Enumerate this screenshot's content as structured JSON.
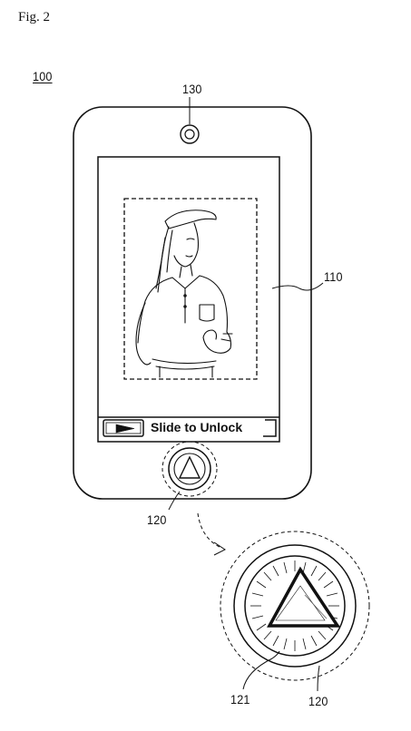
{
  "figure": {
    "title": "Fig. 2"
  },
  "labels": {
    "device": "100",
    "camera": "130",
    "display": "110",
    "home_button": "120",
    "button_surface": "121",
    "button_ring": "120"
  },
  "lock_bar": {
    "text": "Slide to Unlock"
  },
  "icons": {
    "play": "play-arrow-icon",
    "triangle": "triangle-icon"
  }
}
